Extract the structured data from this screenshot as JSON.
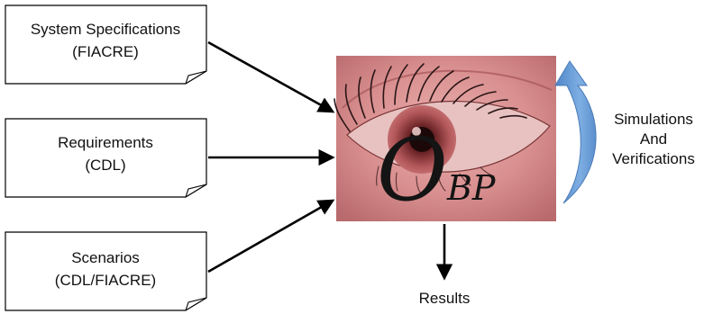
{
  "inputs": [
    {
      "id": "system-specifications",
      "lines": [
        "System Specifications",
        "(FIACRE)"
      ]
    },
    {
      "id": "requirements",
      "lines": [
        "Requirements",
        "(CDL)"
      ]
    },
    {
      "id": "scenarios",
      "lines": [
        "Scenarios",
        "(CDL/FIACRE)"
      ]
    }
  ],
  "logo": {
    "letter": "O",
    "suffix": "BP"
  },
  "loop_label": [
    "Simulations",
    "And",
    "Verifications"
  ],
  "output_label": "Results",
  "colors": {
    "loop_arrow": "#6f9fd6",
    "logo_background": "#d98f8f",
    "arrow": "#000000"
  }
}
